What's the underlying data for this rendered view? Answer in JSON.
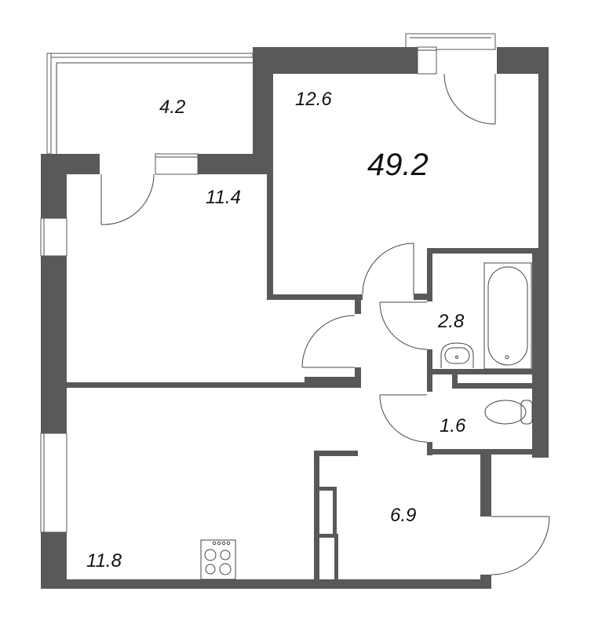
{
  "plan": {
    "total_area": "49.2",
    "colors": {
      "wall": "#595959",
      "background": "#ffffff",
      "line": "#444444",
      "text": "#111111"
    },
    "rooms": [
      {
        "name": "balcony",
        "area": "4.2"
      },
      {
        "name": "room-1",
        "area": "12.6"
      },
      {
        "name": "room-2",
        "area": "11.4"
      },
      {
        "name": "bathroom",
        "area": "2.8"
      },
      {
        "name": "toilet",
        "area": "1.6"
      },
      {
        "name": "hallway",
        "area": "6.9"
      },
      {
        "name": "kitchen",
        "area": "11.8"
      }
    ],
    "fixtures": [
      "bathtub-icon",
      "sink-icon",
      "toilet-icon",
      "stove-icon"
    ]
  }
}
